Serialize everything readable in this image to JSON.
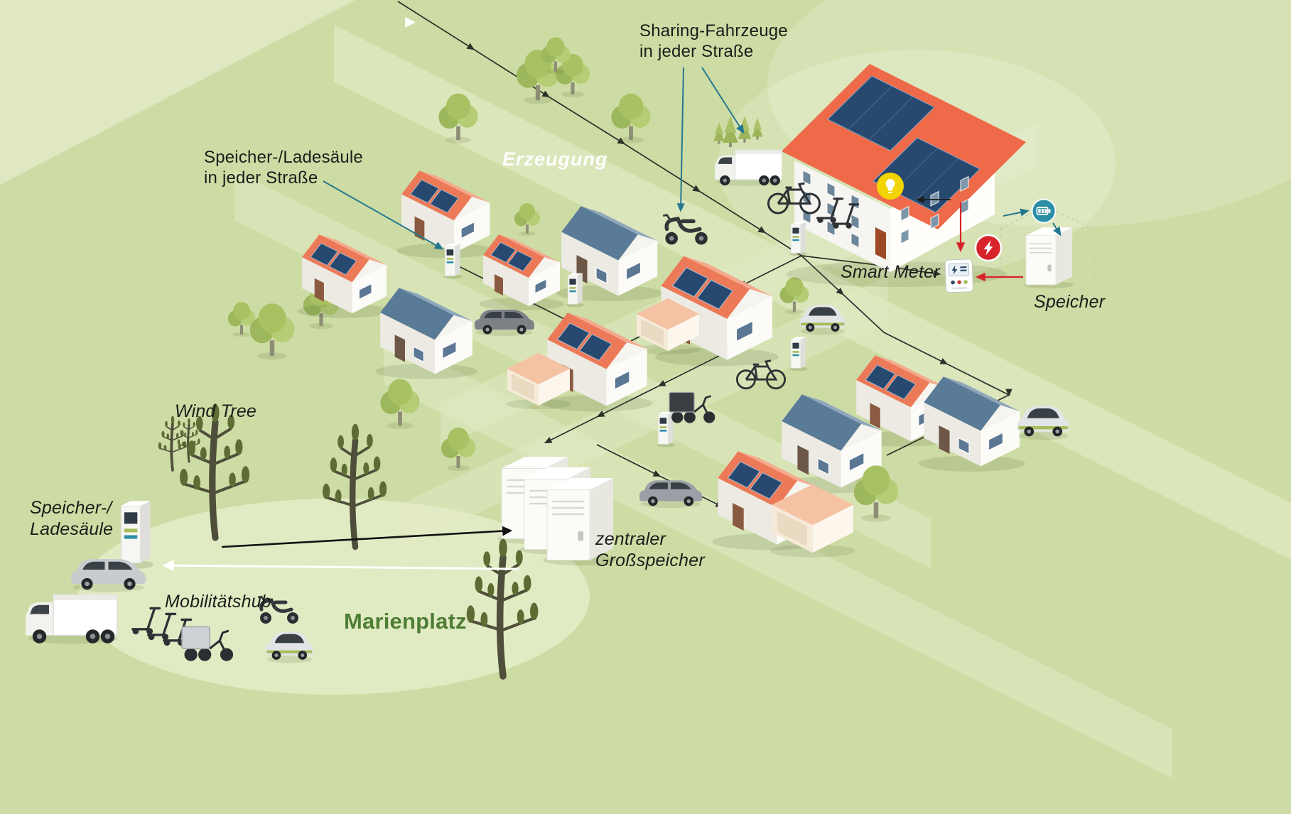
{
  "labels": {
    "sharing_vehicles": "Sharing-Fahrzeuge\nin jeder Straße",
    "storage_charging_every_street": "Speicher-/Ladesäule\nin jeder Straße",
    "generation": "Erzeugung",
    "smart_meter": "Smart Meter",
    "storage": "Speicher",
    "wind_tree": "Wind Tree",
    "storage_charging_station": "Speicher-/\nLadesäule",
    "mobility_hub": "Mobilitätshub",
    "marienplatz": "Marienplatz",
    "central_large_storage": "zentraler\nGroßspeicher"
  },
  "icons": {
    "lightbulb": "lightbulb-icon",
    "lightning": "lightning-icon",
    "battery": "battery-icon",
    "smart_meter": "smart-meter-icon",
    "charging_column": "charging-column-icon",
    "storage_cabinet": "storage-cabinet-icon"
  },
  "colors": {
    "background": "#cddca4",
    "road": "#e0e9c3",
    "plaza": "#e3ecc5",
    "roof_orange": "#ec7a58",
    "roof_blue": "#5a7b97",
    "solar_panel": "#27496f",
    "annotation_teal": "#23788e",
    "alert_red": "#d8232a",
    "bulb_yellow": "#f2d500",
    "battery_teal": "#2a8fa5",
    "marienplatz_green": "#4d7d33",
    "line_black": "#1d1d1d"
  }
}
